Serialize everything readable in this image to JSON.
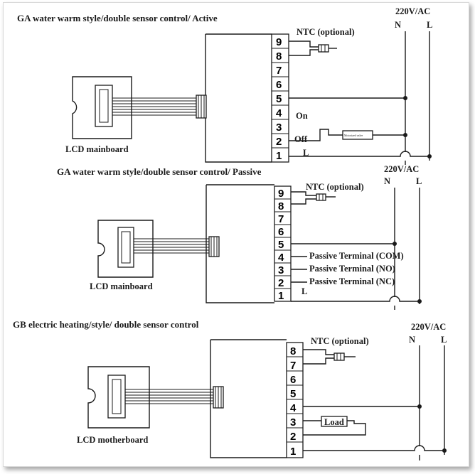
{
  "sections": [
    {
      "title": "GA water warm style/double sensor control/ Active",
      "supply": "220V/AC",
      "neutral": "N",
      "live": "L",
      "board_label": "LCD mainboard",
      "ntc_label": "NTC (optional)",
      "terminals": [
        "9",
        "8",
        "7",
        "6",
        "5",
        "4",
        "3",
        "2",
        "1"
      ],
      "on_label": "On",
      "off_label": "Off",
      "l_label": "L",
      "valve_label": "Motorized valve"
    },
    {
      "title": "GA water warm style/double sensor control/ Passive",
      "supply": "220V/AC",
      "neutral": "N",
      "live": "L",
      "board_label": "LCD mainboard",
      "ntc_label": "NTC (optional)",
      "terminals": [
        "9",
        "8",
        "7",
        "6",
        "5",
        "4",
        "3",
        "2",
        "1"
      ],
      "passive_com": "Passive Terminal (COM)",
      "passive_no": "Passive Terminal (NO)",
      "passive_nc": "Passive Terminal (NC)",
      "l_label": "L"
    },
    {
      "title": "GB electric heating/style/ double sensor control",
      "supply": "220V/AC",
      "neutral": "N",
      "live": "L",
      "board_label": "LCD motherboard",
      "ntc_label": "NTC (optional)",
      "terminals": [
        "8",
        "7",
        "6",
        "5",
        "4",
        "3",
        "2",
        "1"
      ],
      "load_label": "Load"
    }
  ]
}
